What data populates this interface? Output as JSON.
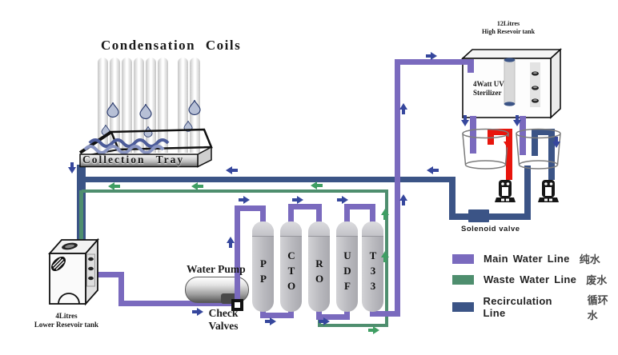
{
  "diagram_title": "Condensation Coils",
  "labels": {
    "collection_tray": "Collection Tray",
    "water_pump": "Water Pump",
    "check_valves": "Check Valves",
    "solenoid_valve": "Solenoid valve",
    "lower_tank_size": "4Litres",
    "lower_tank_name": "Lower Resevoir tank",
    "high_tank_size": "12Litres",
    "high_tank_name": "High Resevoir tank",
    "uv_line1": "4Watt UV",
    "uv_line2": "Sterilizer"
  },
  "filters": [
    {
      "label": "PP"
    },
    {
      "label": "CTO"
    },
    {
      "label": "RO"
    },
    {
      "label": "UDF"
    },
    {
      "label": "T33"
    }
  ],
  "legend": [
    {
      "name": "Main Water Line",
      "cjk": "纯水",
      "color": "#7a6abe"
    },
    {
      "name": "Waste Water Line",
      "cjk": "废水",
      "color": "#4e8e6e"
    },
    {
      "name": "Recirculation Line",
      "cjk": "循环水",
      "color": "#3b5486"
    }
  ],
  "coils": {
    "count": 8
  },
  "colors": {
    "main_water_line": "#7a6abe",
    "waste_water_line": "#4e8e6e",
    "recirculation_line": "#3b5486",
    "faucet_hot_line": "#e8150d",
    "arrow_blue": "#36479d",
    "arrow_green": "#3f9e63"
  }
}
